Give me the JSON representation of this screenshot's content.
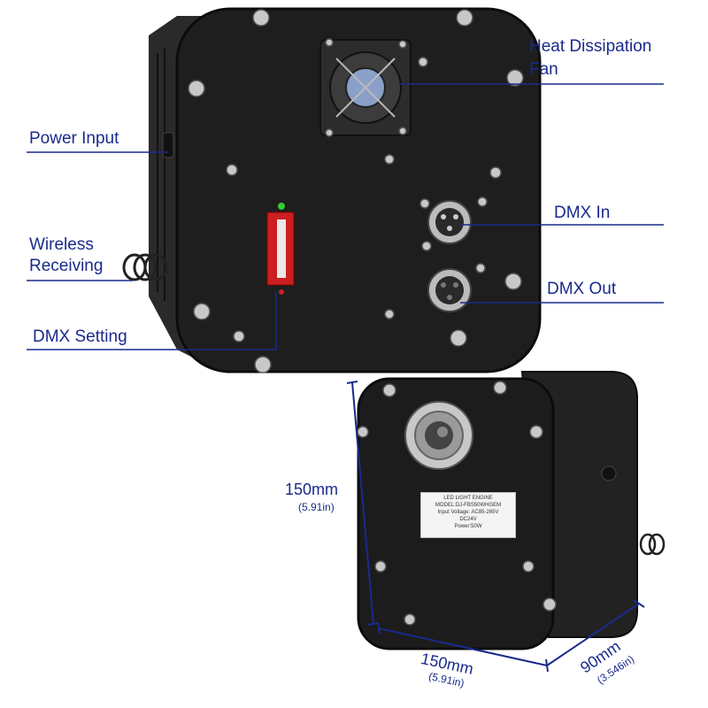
{
  "labels": {
    "heat_dissipation_fan": [
      "Heat Dissipation",
      "Fan"
    ],
    "power_input": "Power Input",
    "wireless_receiving": [
      "Wireless",
      "Receiving"
    ],
    "dmx_setting": "DMX Setting",
    "dmx_in": "DMX In",
    "dmx_out": "DMX Out"
  },
  "dimensions": {
    "height": {
      "value": "150mm",
      "imperial": "(5.91in)"
    },
    "width": {
      "value": "150mm",
      "imperial": "(5.91in)"
    },
    "depth": {
      "value": "90mm",
      "imperial": "(3.546in)"
    }
  },
  "nameplate": {
    "title": "LED LIGHT ENGINE",
    "model": "MODEL:DJ-FBS50WHGEM",
    "input": "Input Voltage: AC85-265V",
    "dc": "DC24V",
    "power": "Power:50W"
  },
  "colors": {
    "label_text": "#1a2a8c",
    "leader_line": "#1a2a8c",
    "body": "#1c1c1c",
    "dip_switch": "#cc1f1f",
    "led": "#33cc33"
  }
}
